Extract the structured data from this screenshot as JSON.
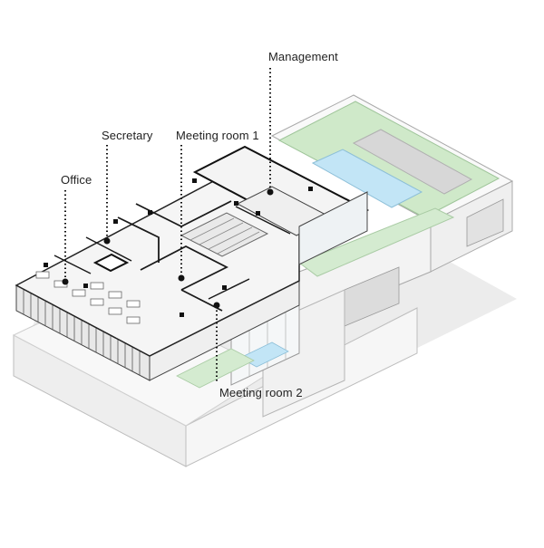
{
  "labels": {
    "management": "Management",
    "secretary": "Secretary",
    "meeting_room_1": "Meeting room 1",
    "office": "Office",
    "meeting_room_2": "Meeting room 2"
  },
  "colors": {
    "background": "#ffffff",
    "line": "#1a1a1a",
    "wall": "#f2f2f2",
    "shadow": "#e6e6e6",
    "pool": "#bfe3f5",
    "lawn": "#c9e7c4",
    "deck": "#d9d9d9"
  }
}
